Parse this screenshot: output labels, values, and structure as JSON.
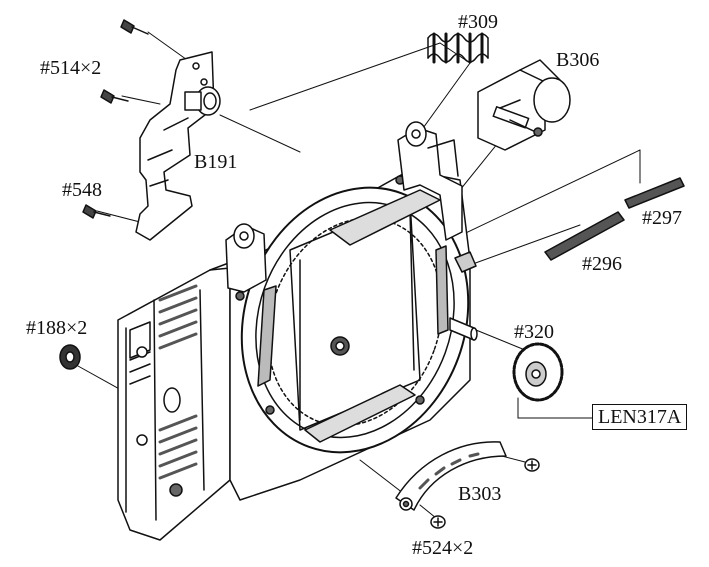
{
  "labels": {
    "p309": "#309",
    "p514": "#514×2",
    "b306": "B306",
    "b191": "B191",
    "p548": "#548",
    "p297": "#297",
    "p296": "#296",
    "p188": "#188×2",
    "p320": "#320",
    "len317a": "LEN317A",
    "b303": "B303",
    "p524": "#524×2"
  },
  "colors": {
    "ink": "#111111",
    "paper": "#ffffff",
    "shade": "#6a6a6a"
  }
}
